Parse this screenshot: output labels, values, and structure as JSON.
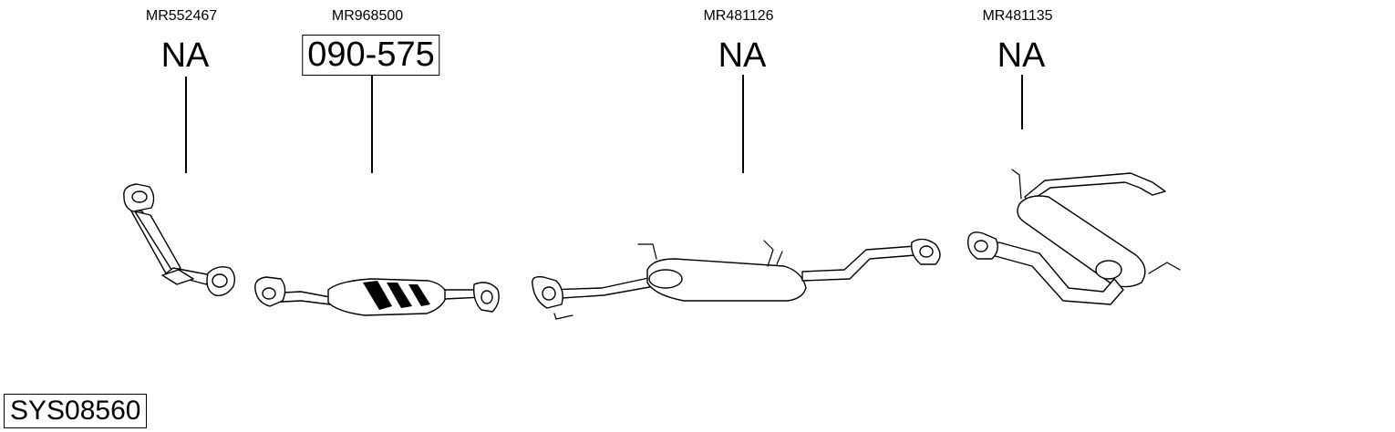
{
  "parts": [
    {
      "oem": "MR552467",
      "code": "NA",
      "boxed": false
    },
    {
      "oem": "MR968500",
      "code": "090-575",
      "boxed": true
    },
    {
      "oem": "MR481126",
      "code": "NA",
      "boxed": false
    },
    {
      "oem": "MR481135",
      "code": "NA",
      "boxed": false
    }
  ],
  "system_code": "SYS08560"
}
